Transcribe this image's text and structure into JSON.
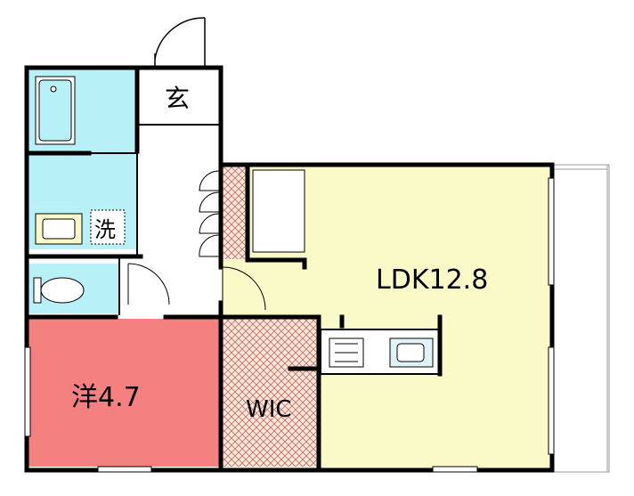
{
  "rooms": {
    "entrance": "玄",
    "washroom": "洗",
    "ldk": "LDK12.8",
    "western": "洋4.7",
    "wic": "WIC"
  },
  "colors": {
    "wet_area": "#b8f0f8",
    "ldk": "#fafac8",
    "western": "#f58080",
    "hatch": "#c07060",
    "wall": "#000000"
  }
}
